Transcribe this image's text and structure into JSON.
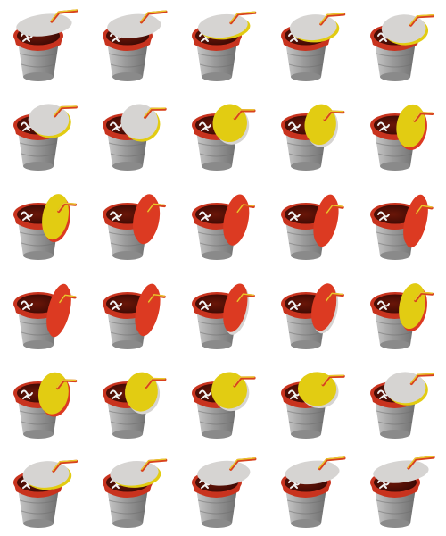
{
  "sprite_sheet": {
    "rows": 6,
    "cols": 5,
    "subject": "cup-with-lid-and-straw",
    "colors": {
      "background": "#ffffff",
      "cup_light": "#c9c9c9",
      "cup_mid": "#9a9a9a",
      "cup_dark": "#6e6e6e",
      "cup_base": "#8a8a8a",
      "sleeve_red": "#c8331e",
      "sleeve_dark": "#7a1a0e",
      "soda_dark": "#3a0904",
      "soda_mid": "#6a1608",
      "lid_white": "#d6d4d2",
      "lid_yellow": "#e2cc12",
      "lid_red": "#dc3a22",
      "straw_yellow": "#e9c82c",
      "straw_red": "#d8421e",
      "logo_white": "#f2f2f2"
    },
    "frames": [
      {
        "index": 1,
        "lid_face": "white",
        "lid_tilt": 0.0,
        "lid_side_color": "white",
        "straw_visible": true
      },
      {
        "index": 2,
        "lid_face": "white",
        "lid_tilt": 0.05,
        "lid_side_color": "white",
        "straw_visible": true
      },
      {
        "index": 3,
        "lid_face": "white",
        "lid_tilt": 0.1,
        "lid_side_color": "yellow",
        "straw_visible": true
      },
      {
        "index": 4,
        "lid_face": "white",
        "lid_tilt": 0.18,
        "lid_side_color": "yellow",
        "straw_visible": true
      },
      {
        "index": 5,
        "lid_face": "white",
        "lid_tilt": 0.26,
        "lid_side_color": "yellow",
        "straw_visible": true
      },
      {
        "index": 6,
        "lid_face": "white",
        "lid_tilt": 0.36,
        "lid_side_color": "yellow",
        "straw_visible": true
      },
      {
        "index": 7,
        "lid_face": "white",
        "lid_tilt": 0.46,
        "lid_side_color": "yellow",
        "straw_visible": true
      },
      {
        "index": 8,
        "lid_face": "yellow",
        "lid_tilt": 0.54,
        "lid_side_color": "white",
        "straw_visible": true
      },
      {
        "index": 9,
        "lid_face": "yellow",
        "lid_tilt": 0.62,
        "lid_side_color": "white",
        "straw_visible": true
      },
      {
        "index": 10,
        "lid_face": "yellow",
        "lid_tilt": 0.7,
        "lid_side_color": "red",
        "straw_visible": true
      },
      {
        "index": 11,
        "lid_face": "yellow",
        "lid_tilt": 0.78,
        "lid_side_color": "red",
        "straw_visible": true
      },
      {
        "index": 12,
        "lid_face": "red",
        "lid_tilt": 0.84,
        "lid_side_color": "red",
        "straw_visible": true
      },
      {
        "index": 13,
        "lid_face": "red",
        "lid_tilt": 0.88,
        "lid_side_color": "red",
        "straw_visible": true
      },
      {
        "index": 14,
        "lid_face": "red",
        "lid_tilt": 0.92,
        "lid_side_color": "red",
        "straw_visible": true
      },
      {
        "index": 15,
        "lid_face": "red",
        "lid_tilt": 0.95,
        "lid_side_color": "red",
        "straw_visible": true
      },
      {
        "index": 16,
        "lid_face": "red",
        "lid_tilt": 0.95,
        "lid_side_color": "red",
        "straw_visible": true
      },
      {
        "index": 17,
        "lid_face": "red",
        "lid_tilt": 0.92,
        "lid_side_color": "red",
        "straw_visible": true
      },
      {
        "index": 18,
        "lid_face": "red",
        "lid_tilt": 0.88,
        "lid_side_color": "white",
        "straw_visible": true
      },
      {
        "index": 19,
        "lid_face": "red",
        "lid_tilt": 0.84,
        "lid_side_color": "white",
        "straw_visible": true
      },
      {
        "index": 20,
        "lid_face": "yellow",
        "lid_tilt": 0.78,
        "lid_side_color": "red",
        "straw_visible": true
      },
      {
        "index": 21,
        "lid_face": "yellow",
        "lid_tilt": 0.66,
        "lid_side_color": "red",
        "straw_visible": true
      },
      {
        "index": 22,
        "lid_face": "yellow",
        "lid_tilt": 0.58,
        "lid_side_color": "white",
        "straw_visible": true
      },
      {
        "index": 23,
        "lid_face": "yellow",
        "lid_tilt": 0.5,
        "lid_side_color": "white",
        "straw_visible": true
      },
      {
        "index": 24,
        "lid_face": "yellow",
        "lid_tilt": 0.42,
        "lid_side_color": "white",
        "straw_visible": true
      },
      {
        "index": 25,
        "lid_face": "white",
        "lid_tilt": 0.34,
        "lid_side_color": "yellow",
        "straw_visible": true
      },
      {
        "index": 26,
        "lid_face": "white",
        "lid_tilt": 0.2,
        "lid_side_color": "yellow",
        "straw_visible": true
      },
      {
        "index": 27,
        "lid_face": "white",
        "lid_tilt": 0.14,
        "lid_side_color": "yellow",
        "straw_visible": true
      },
      {
        "index": 28,
        "lid_face": "white",
        "lid_tilt": 0.08,
        "lid_side_color": "white",
        "straw_visible": true
      },
      {
        "index": 29,
        "lid_face": "white",
        "lid_tilt": 0.04,
        "lid_side_color": "white",
        "straw_visible": true
      },
      {
        "index": 30,
        "lid_face": "white",
        "lid_tilt": 0.0,
        "lid_side_color": "white",
        "straw_visible": true
      }
    ]
  }
}
